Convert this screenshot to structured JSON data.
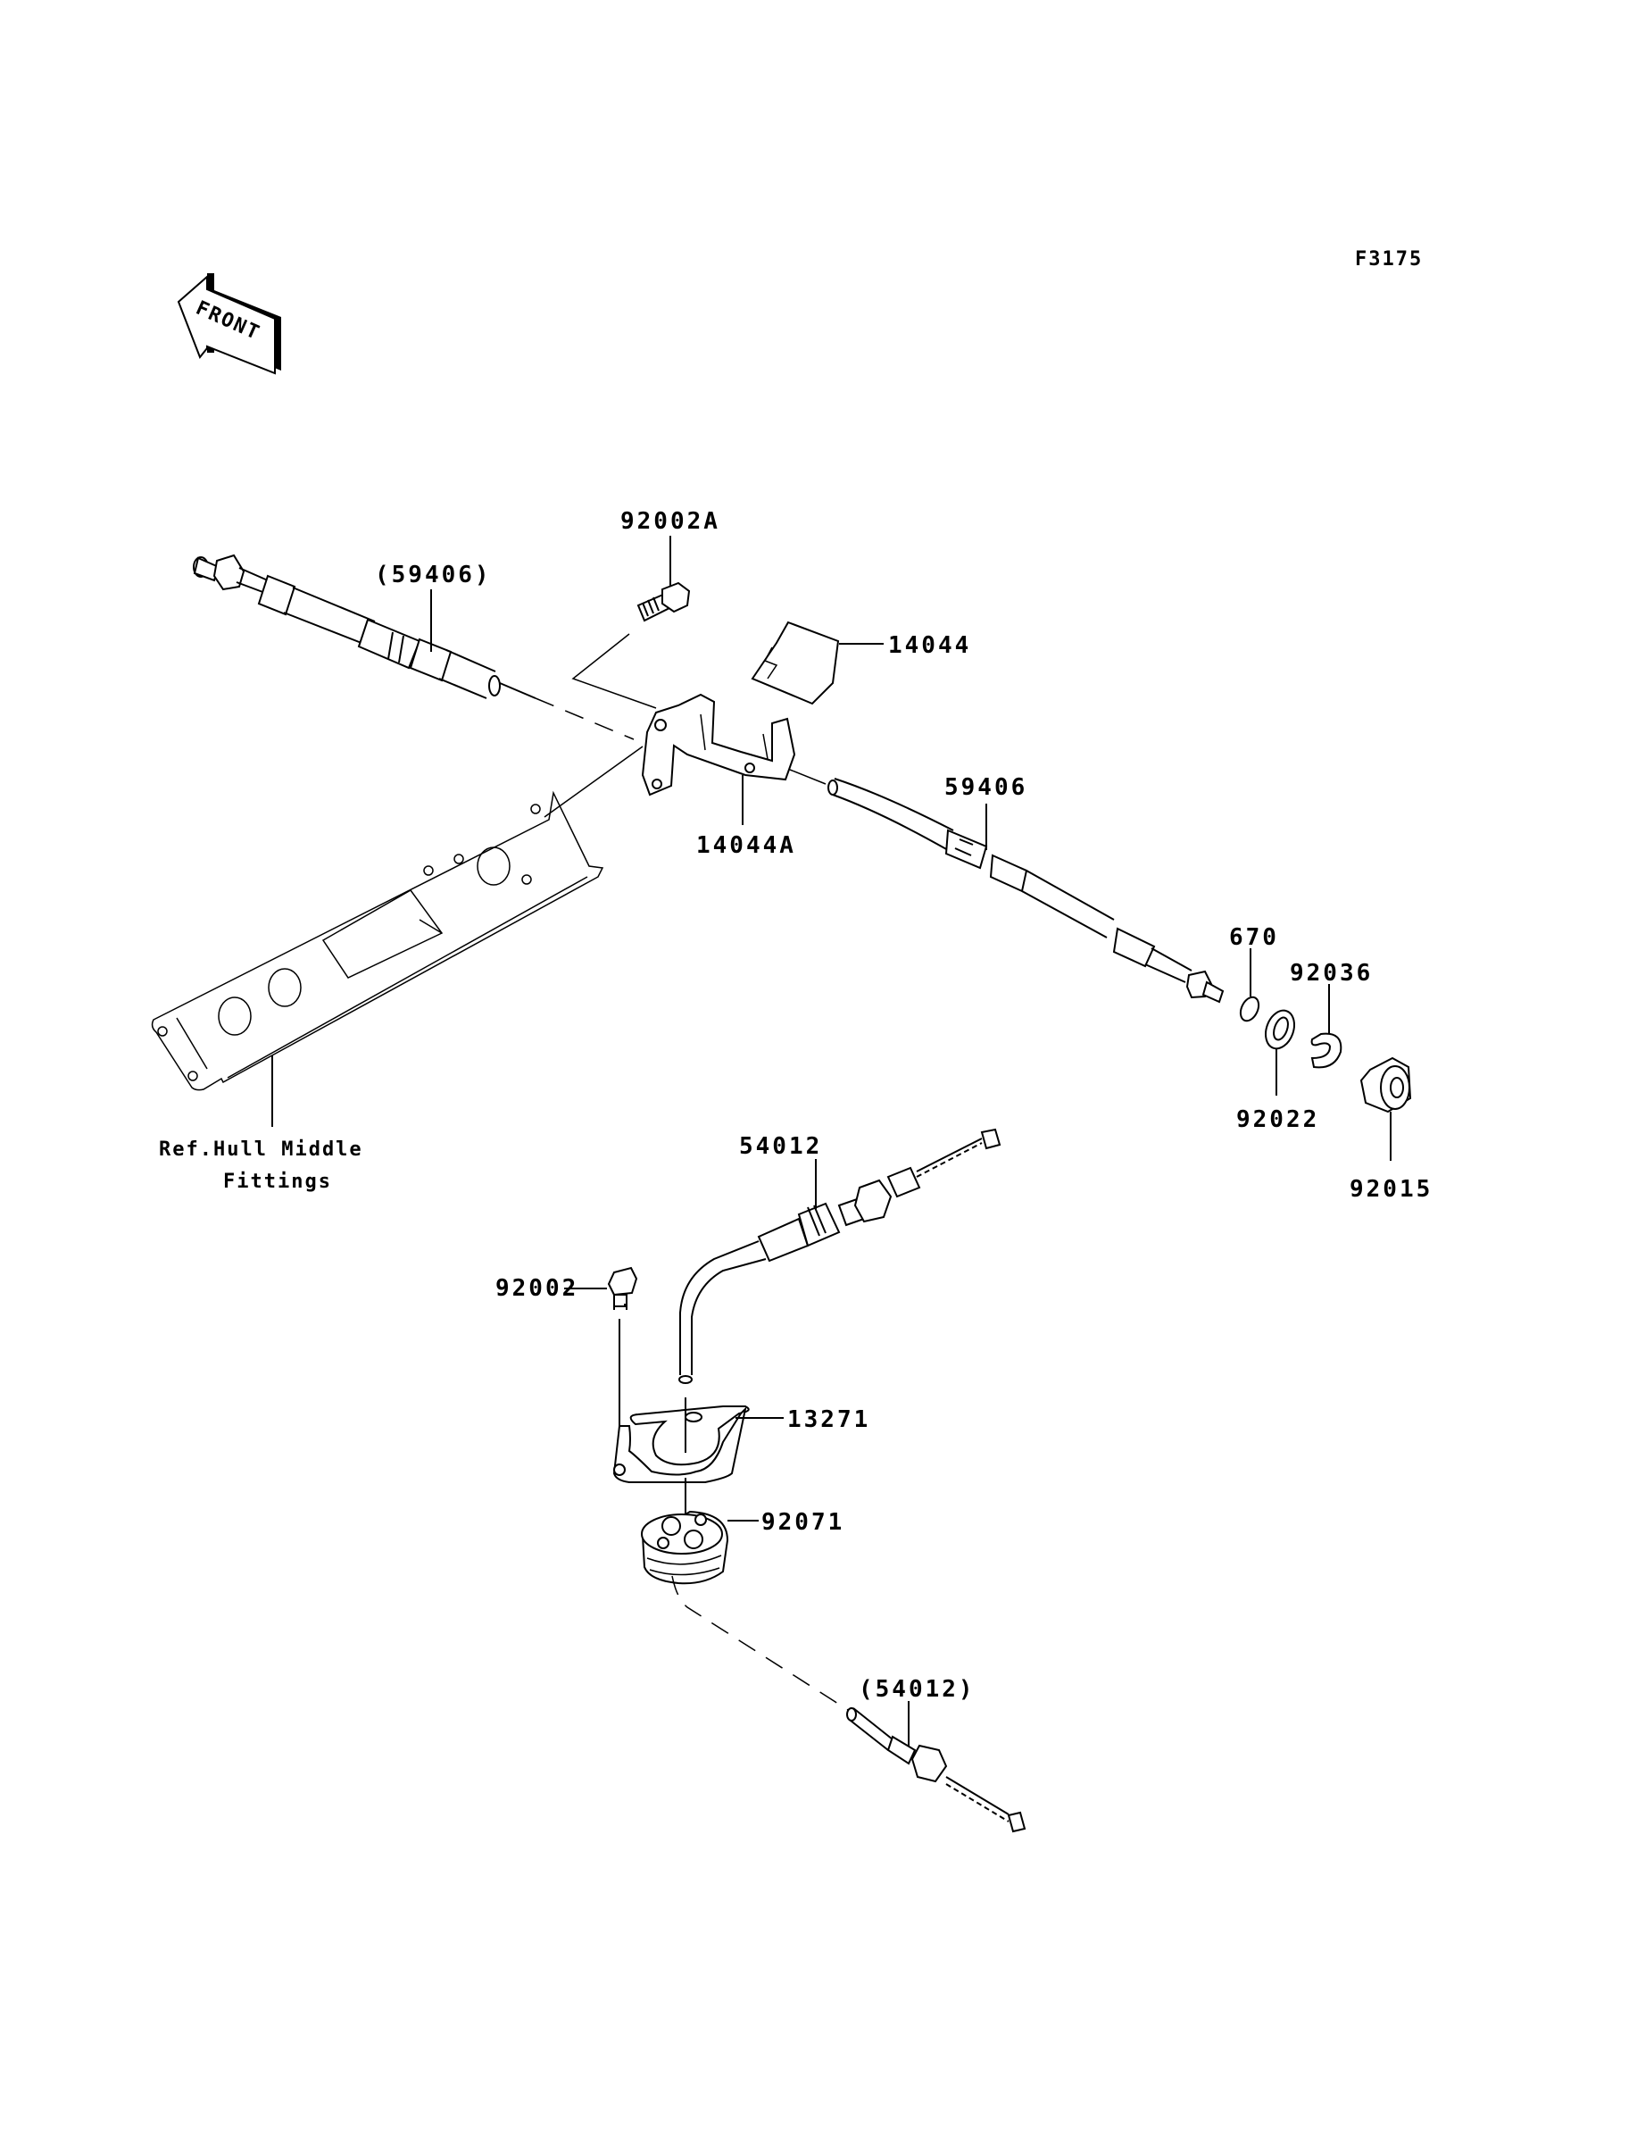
{
  "figure_code": "F3175",
  "front_indicator": "FRONT",
  "parts": {
    "cable_59406_ref": "(59406)",
    "bolt_92002A": "92002A",
    "cover_14044": "14044",
    "bracket_14044A": "14044A",
    "cable_59406": "59406",
    "oring_670": "670",
    "clip_92036": "92036",
    "washer_92022": "92022",
    "nut_92015": "92015",
    "cable_54012": "54012",
    "bolt_92002": "92002",
    "plate_13271": "13271",
    "grommet_92071": "92071",
    "cable_54012_ref": "(54012)"
  },
  "reference_note": {
    "line1": "Ref.Hull Middle",
    "line2": "Fittings"
  }
}
